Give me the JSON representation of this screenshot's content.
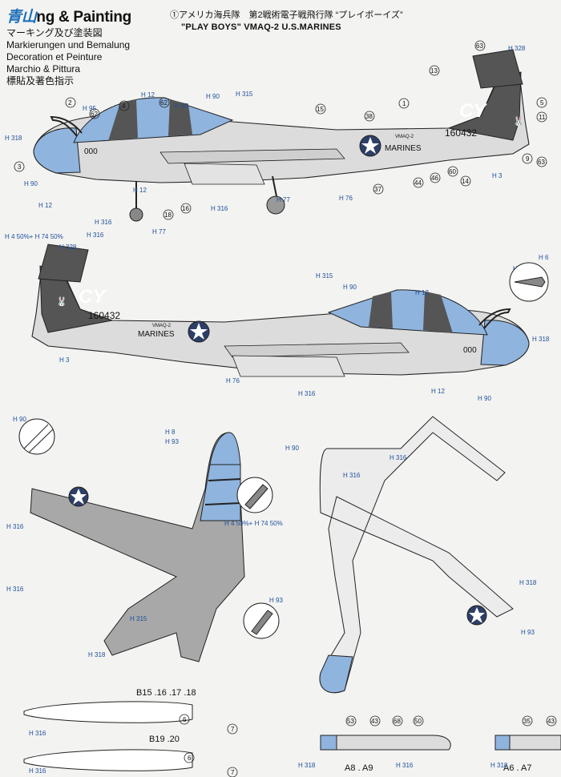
{
  "header": {
    "title_prefix": "青山",
    "title": "ng & Painting",
    "lines": [
      "マーキング及び塗装図",
      "Markierungen und Bemalung",
      "Decoration et Peinture",
      "Marchio & Pittura",
      "標貼及著色指示"
    ]
  },
  "scheme": {
    "circle_num": "①",
    "jp": "アメリカ海兵隊　第2戦術電子戦飛行隊 “プレイボーイズ”",
    "en": "\"PLAY BOYS\" VMAQ-2  U.S.MARINES"
  },
  "aircraft": {
    "tail_code": "CY",
    "serial": "160432",
    "unit": "VMAQ-2",
    "service": "MARINES",
    "modex": "000"
  },
  "labels": {
    "side1": {
      "h328": "H 328",
      "h315": "H 315",
      "h12": "H 12",
      "h95a": "H 95",
      "h95b": "H 95",
      "h90": "H 90",
      "h318": "H 318",
      "h90b": "H 90",
      "h12b": "H 12",
      "h316a": "H 316",
      "h316b": "H 316",
      "h316c": "H 316",
      "h76": "H 76",
      "h77": "H 77",
      "h77b": "H 77",
      "h3": "H 3",
      "h12c": "H 12",
      "mix": "H 4  50%+ H 74  50%"
    },
    "side1_nums": [
      "2",
      "62",
      "4",
      "62",
      "15",
      "38",
      "1",
      "13",
      "63",
      "5",
      "11",
      "63",
      "3",
      "18",
      "16",
      "37",
      "44",
      "46",
      "60",
      "14",
      "9",
      "1"
    ],
    "side2": {
      "h328": "H 328",
      "h315": "H 315",
      "h90": "H 90",
      "h12": "H 12",
      "h318": "H 318",
      "h316": "H 316",
      "h76": "H 76",
      "h3": "H 3",
      "h12b": "H 12",
      "h90b": "H 90",
      "h315b": "H 315",
      "h6": "H 6"
    },
    "top": {
      "h90": "H 90",
      "h93": "H 93",
      "h8": "H 8",
      "h316a": "H 316",
      "h316b": "H 316",
      "h315": "H 315",
      "h318": "H 318",
      "h93b": "H 93",
      "mix": "H 4  50%+ H 74  50%"
    },
    "bottom": {
      "h90": "H 90",
      "h316a": "H 316",
      "h316b": "H 316",
      "h318": "H 318",
      "h93": "H 93"
    },
    "pods": {
      "b1": "B15 .16 .17 .18",
      "b2": "B19 .20",
      "a1": "A8 . A9",
      "a2": "A6 . A7",
      "h316a": "H 316",
      "h316b": "H 316",
      "h318": "H 318",
      "h316c": "H 316",
      "h318b": "H 318",
      "n": [
        "6",
        "7",
        "6",
        "7",
        "53",
        "43",
        "68",
        "50",
        "35",
        "43"
      ]
    }
  },
  "colors": {
    "blue": "#8fb4de",
    "dark": "#3a3a3a",
    "grey": "#9a9a9a",
    "light": "#e6e6e6",
    "code": "#1d4f9c"
  }
}
